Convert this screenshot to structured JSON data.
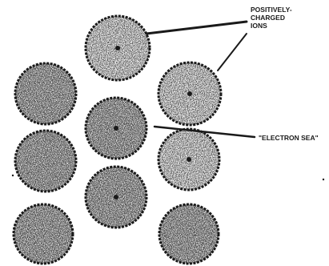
{
  "diagram": {
    "labels": {
      "ions_line1": "POSITIVELY-",
      "ions_line2": "CHARGED",
      "ions_line3": "IONS",
      "electron_sea": "\"ELECTRON SEA\""
    },
    "colors": {
      "ink": "#1a1a1a",
      "paper": "#ffffff",
      "ion_fill": "#e9e9e9"
    }
  }
}
